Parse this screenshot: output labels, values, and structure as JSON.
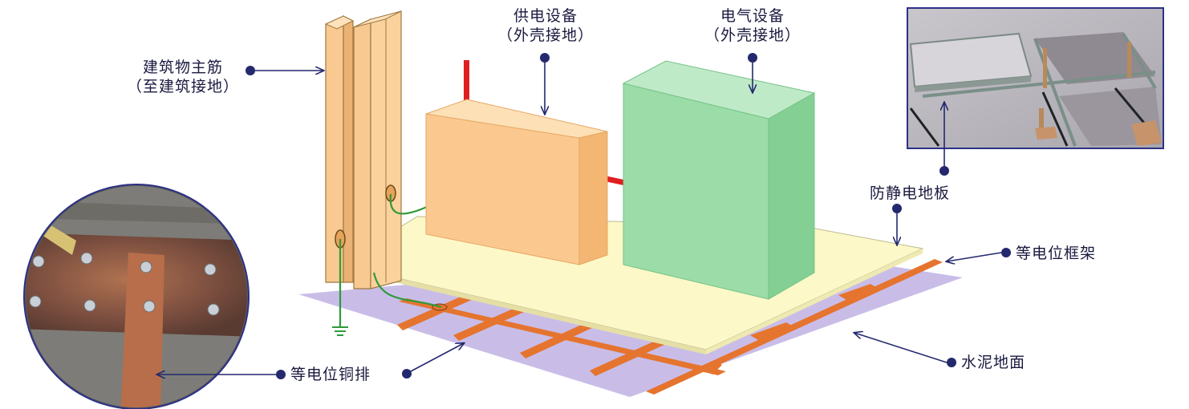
{
  "labels": {
    "rebar_line1": "建筑物主筋",
    "rebar_line2": "（至建筑接地）",
    "supply_line1": "供电设备",
    "supply_line2": "（外壳接地）",
    "electrical_line1": "电气设备",
    "electrical_line2": "（外壳接地）",
    "antistatic_floor": "防静电地板",
    "equipotential_frame": "等电位框架",
    "cement_floor": "水泥地面",
    "copper_bar": "等电位铜排"
  },
  "colors": {
    "rebar_fill": "#f8c990",
    "supply_box": "#fbc98f",
    "electrical_box": "#9bdca8",
    "antistatic_floor": "#fdf8c8",
    "cement_floor": "#c9bde8",
    "copper_strip": "#e5742f",
    "ground_wire": "#2f9a3a",
    "red_wire": "#e01d20",
    "callout": "#24296e"
  }
}
